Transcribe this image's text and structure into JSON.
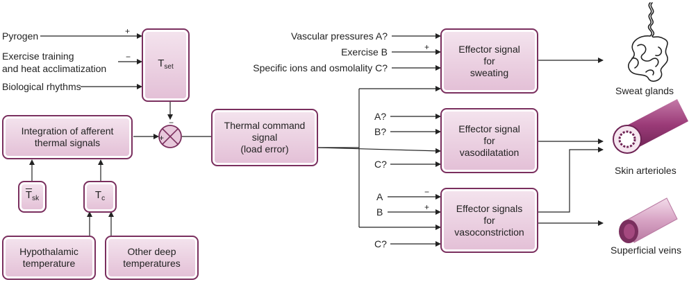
{
  "boxes": {
    "tset": {
      "symbol": "T",
      "sub": "set"
    },
    "integration": "Integration of afferent\nthermal signals",
    "tsk": {
      "symbol": "T",
      "sub": "sk"
    },
    "tc": {
      "symbol": "T",
      "sub": "c"
    },
    "hypothalamic": "Hypothalamic\ntemperature",
    "other_deep": "Other deep\ntemperatures",
    "thermal_command": "Thermal command\nsignal\n(load error)",
    "sweating": "Effector signal\nfor\nsweating",
    "vasodilatation": "Effector signal\nfor\nvasodilatation",
    "vasoconstriction": "Effector signals\nfor\nvasoconstriction"
  },
  "inputs_left": {
    "pyrogen": "Pyrogen",
    "exercise_training": "Exercise training\nand heat acclimatization",
    "biological_rhythms": "Biological rhythms"
  },
  "inputs_sweat": {
    "vascular": "Vascular pressures A?",
    "exercise": "Exercise B",
    "ions": "Specific ions and osmolality C?"
  },
  "inputs_vasodil": {
    "a": "A?",
    "b": "B?",
    "c": "C?"
  },
  "inputs_vasocon": {
    "a": "A",
    "b": "B",
    "c": "C?"
  },
  "signs": {
    "plus": "+",
    "minus": "−"
  },
  "outputs": {
    "sweat_glands": "Sweat glands",
    "skin_arterioles": "Skin arterioles",
    "superficial_veins": "Superficial veins"
  },
  "colors": {
    "accent": "#7a2f5e",
    "box_fill": "#e8c9dc",
    "vessel": "#9b3b78"
  }
}
